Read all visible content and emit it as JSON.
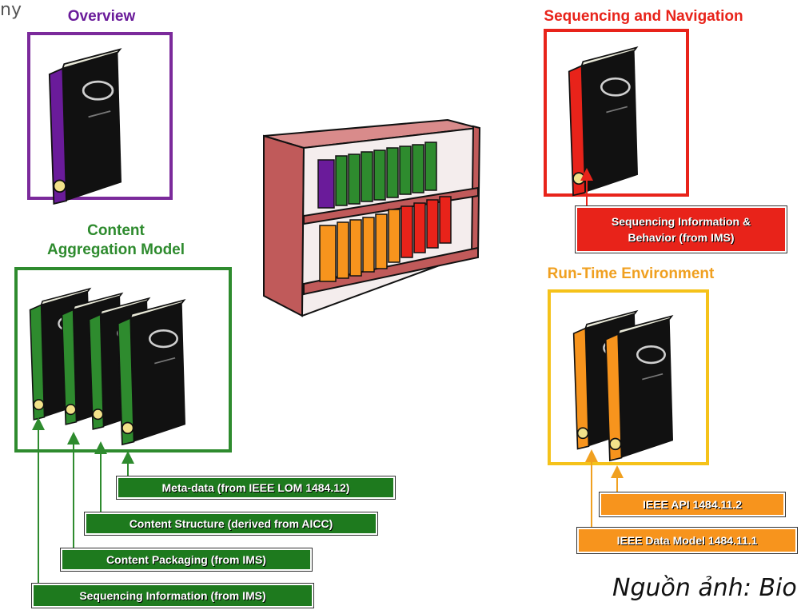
{
  "corner_fragment": "ny",
  "credit": "Nguồn ảnh: Bio",
  "sections": {
    "overview": {
      "title": "Overview",
      "color": "#6a1b9a"
    },
    "cam": {
      "title_line1": "Content",
      "title_line2": "Aggregation Model",
      "color": "#2e8b2e"
    },
    "sn": {
      "title": "Sequencing and Navigation",
      "color": "#e8231a"
    },
    "rte": {
      "title": "Run-Time Environment",
      "color": "#f0a020"
    }
  },
  "cam_labels": [
    "Meta-data (from IEEE LOM 1484.12)",
    "Content Structure (derived from AICC)",
    "Content Packaging (from IMS)",
    "Sequencing Information (from IMS)"
  ],
  "sn_label": {
    "line1": "Sequencing Information &",
    "line2": "Behavior (from IMS)"
  },
  "rte_labels": [
    "IEEE API 1484.11.2",
    "IEEE Data Model 1484.11.1"
  ],
  "colors": {
    "green_tag": "#1e7a1e",
    "red_tag": "#e8231a",
    "orange_tag": "#f7941d",
    "book_black": "#111111",
    "shelf": "#c06060"
  }
}
